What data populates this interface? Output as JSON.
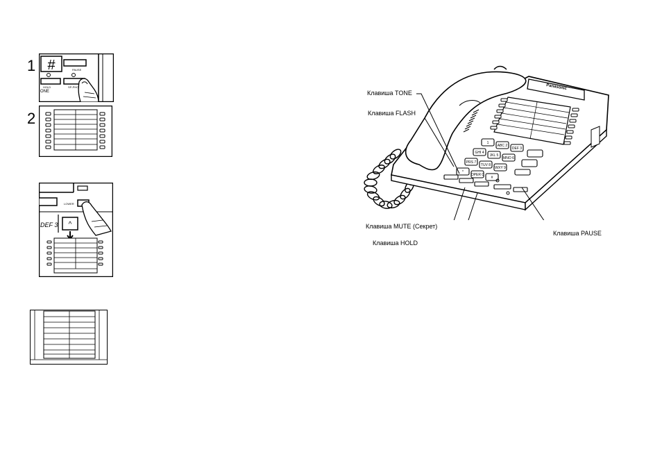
{
  "steps": {
    "step1_number": "1",
    "step2_number": "2"
  },
  "panel1": {
    "hash_key": "#",
    "pause_label": "PAUSE",
    "hold_label": "HOLD",
    "sp_phone_label": "SP-PHONE",
    "edge_text": "ONE"
  },
  "panel3": {
    "lower_label": "LOWER",
    "def3_label": "DEF 3",
    "up_arrow": "^"
  },
  "phone": {
    "brand": "Panasonic",
    "keys": [
      "1",
      "ABC 2",
      "DEF 3",
      "GHI 4",
      "JKL 5",
      "MNO 6",
      "PRS 7",
      "TUV 8",
      "WXY 9",
      "*",
      "OPER 0",
      "#"
    ]
  },
  "callouts": {
    "tone": "Клавиша TONE",
    "flash": "Клавиша FLASH",
    "mute": "Клавиша MUTE (Секрет)",
    "hold": "Клавиша HOLD",
    "pause": "Клавиша PAUSE"
  }
}
